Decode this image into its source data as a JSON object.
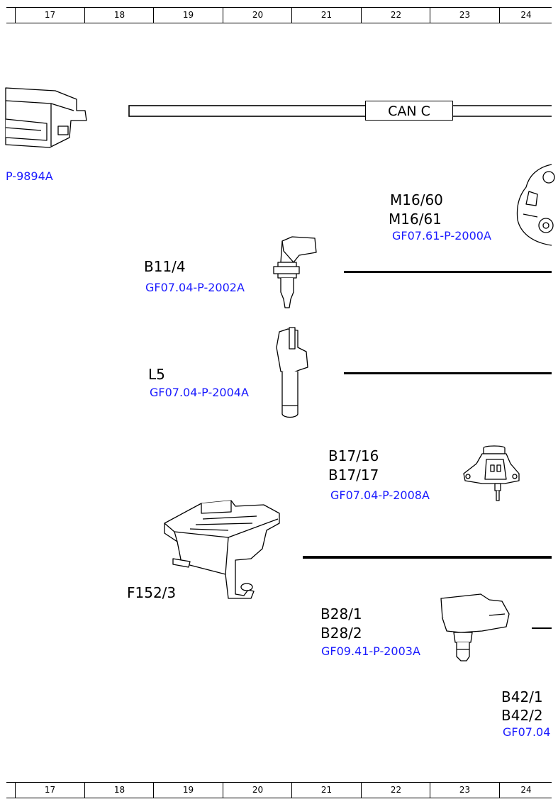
{
  "ruler": {
    "columns": [
      "17",
      "18",
      "19",
      "20",
      "21",
      "22",
      "23",
      "24"
    ]
  },
  "bus": {
    "label": "CAN C"
  },
  "components": [
    {
      "id": "control-unit-left",
      "codes": [],
      "ref": "P-9894A"
    },
    {
      "id": "fan-motor",
      "codes": [
        "M16/60",
        "M16/61"
      ],
      "ref": "GF07.61-P-2000A"
    },
    {
      "id": "temp-sensor",
      "codes": [
        "B11/4"
      ],
      "ref": "GF07.04-P-2002A"
    },
    {
      "id": "position-sensor",
      "codes": [
        "L5"
      ],
      "ref": "GF07.04-P-2004A"
    },
    {
      "id": "pressure-sensor",
      "codes": [
        "B17/16",
        "B17/17"
      ],
      "ref": "GF07.04-P-2008A"
    },
    {
      "id": "control-module",
      "codes": [
        "F152/3"
      ],
      "ref": ""
    },
    {
      "id": "boost-sensor",
      "codes": [
        "B28/1",
        "B28/2"
      ],
      "ref": "GF09.41-P-2003A"
    },
    {
      "id": "edge-sensor",
      "codes": [
        "B42/1",
        "B42/2"
      ],
      "ref": "GF07.04"
    }
  ]
}
